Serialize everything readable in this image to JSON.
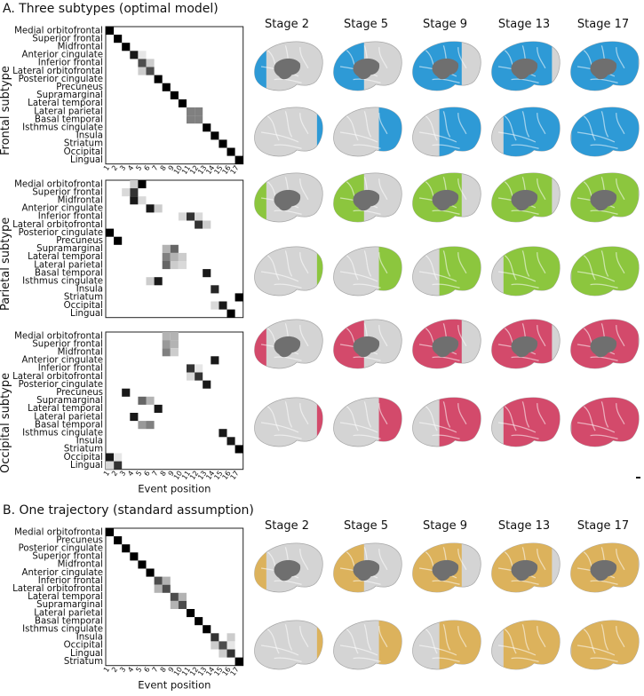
{
  "sections": [
    {
      "label": "A.",
      "title": "Three subtypes (optimal model)",
      "stages": [
        "Stage 2",
        "Stage 5",
        "Stage 9",
        "Stage 13",
        "Stage 17"
      ],
      "subtypes": [
        {
          "name": "Frontal subtype",
          "color": "#2e9ad6",
          "regions": [
            "Medial orbitofrontal",
            "Superior frontal",
            "Midfrontal",
            "Anterior cingulate",
            "Inferior frontal",
            "Lateral orbitofrontal",
            "Posterior cingulate",
            "Precuneus",
            "Supramarginal",
            "Lateral temporal",
            "Lateral parietal",
            "Basal temporal",
            "Isthmus cingulate",
            "Insula",
            "Striatum",
            "Occipital",
            "Lingual"
          ],
          "cells": [
            [
              0,
              0,
              1
            ],
            [
              1,
              1,
              1
            ],
            [
              2,
              2,
              1
            ],
            [
              3,
              3,
              0.9
            ],
            [
              3,
              4,
              0.1
            ],
            [
              4,
              4,
              0.7
            ],
            [
              4,
              5,
              0.2
            ],
            [
              5,
              4,
              0.2
            ],
            [
              5,
              5,
              0.7
            ],
            [
              6,
              6,
              1
            ],
            [
              7,
              7,
              1
            ],
            [
              8,
              8,
              1
            ],
            [
              9,
              9,
              1
            ],
            [
              10,
              10,
              0.5
            ],
            [
              10,
              11,
              0.5
            ],
            [
              11,
              10,
              0.5
            ],
            [
              11,
              11,
              0.5
            ],
            [
              12,
              12,
              1
            ],
            [
              13,
              13,
              1
            ],
            [
              14,
              14,
              1
            ],
            [
              15,
              15,
              1
            ],
            [
              16,
              16,
              1
            ]
          ],
          "show_xticks": true,
          "show_xlabel": false,
          "lateral_coverage": [
            0.2,
            0.45,
            0.7,
            0.85,
            0.95
          ],
          "medial_coverage": [
            0.12,
            0.35,
            0.6,
            0.8,
            0.95
          ]
        },
        {
          "name": "Parietal subtype",
          "color": "#8cc63e",
          "regions": [
            "Medial orbitofrontal",
            "Superior frontal",
            "Midfrontal",
            "Anterior cingulate",
            "Inferior frontal",
            "Lateral orbitofrontal",
            "Posterior cingulate",
            "Precuneus",
            "Supramarginal",
            "Lateral temporal",
            "Lateral parietal",
            "Basal temporal",
            "Isthmus cingulate",
            "Insula",
            "Striatum",
            "Occipital",
            "Lingual"
          ],
          "cells": [
            [
              0,
              3,
              0.2
            ],
            [
              0,
              4,
              1
            ],
            [
              1,
              3,
              0.8
            ],
            [
              1,
              2,
              0.15
            ],
            [
              2,
              3,
              0.9
            ],
            [
              2,
              4,
              0.15
            ],
            [
              3,
              5,
              0.9
            ],
            [
              3,
              6,
              0.2
            ],
            [
              4,
              9,
              0.15
            ],
            [
              4,
              10,
              0.8
            ],
            [
              4,
              11,
              0.15
            ],
            [
              5,
              11,
              0.8
            ],
            [
              5,
              12,
              0.2
            ],
            [
              6,
              0,
              1
            ],
            [
              7,
              1,
              1
            ],
            [
              8,
              7,
              0.3
            ],
            [
              8,
              8,
              0.6
            ],
            [
              9,
              7,
              0.5
            ],
            [
              9,
              8,
              0.3
            ],
            [
              9,
              9,
              0.2
            ],
            [
              10,
              7,
              0.6
            ],
            [
              10,
              8,
              0.2
            ],
            [
              10,
              9,
              0.15
            ],
            [
              11,
              12,
              0.9
            ],
            [
              12,
              5,
              0.2
            ],
            [
              12,
              6,
              0.9
            ],
            [
              13,
              13,
              0.85
            ],
            [
              14,
              16,
              1
            ],
            [
              15,
              14,
              0.9
            ],
            [
              15,
              13,
              0.15
            ],
            [
              16,
              15,
              1
            ]
          ],
          "show_xticks": false,
          "show_xlabel": false,
          "lateral_coverage": [
            0.2,
            0.45,
            0.7,
            0.85,
            0.95
          ],
          "medial_coverage": [
            0.12,
            0.35,
            0.6,
            0.8,
            0.95
          ]
        },
        {
          "name": "Occipital subtype",
          "color": "#d34a6b",
          "regions": [
            "Medial orbitofrontal",
            "Superior frontal",
            "Midfrontal",
            "Anterior cingulate",
            "Inferior frontal",
            "Lateral orbitofrontal",
            "Posterior cingulate",
            "Precuneus",
            "Supramarginal",
            "Lateral temporal",
            "Lateral parietal",
            "Basal temporal",
            "Isthmus cingulate",
            "Insula",
            "Striatum",
            "Occipital",
            "Lingual"
          ],
          "cells": [
            [
              0,
              7,
              0.3
            ],
            [
              0,
              8,
              0.3
            ],
            [
              1,
              7,
              0.4
            ],
            [
              1,
              8,
              0.3
            ],
            [
              2,
              7,
              0.5
            ],
            [
              2,
              8,
              0.2
            ],
            [
              3,
              13,
              0.9
            ],
            [
              4,
              10,
              0.8
            ],
            [
              4,
              11,
              0.1
            ],
            [
              5,
              11,
              0.8
            ],
            [
              5,
              10,
              0.15
            ],
            [
              6,
              12,
              0.9
            ],
            [
              7,
              2,
              0.9
            ],
            [
              8,
              4,
              0.6
            ],
            [
              8,
              5,
              0.3
            ],
            [
              9,
              6,
              0.9
            ],
            [
              10,
              3,
              0.9
            ],
            [
              11,
              4,
              0.4
            ],
            [
              11,
              5,
              0.5
            ],
            [
              12,
              14,
              0.9
            ],
            [
              13,
              15,
              0.9
            ],
            [
              14,
              16,
              1
            ],
            [
              15,
              0,
              0.9
            ],
            [
              15,
              1,
              0.1
            ],
            [
              16,
              1,
              0.8
            ],
            [
              16,
              0,
              0.15
            ]
          ],
          "show_xticks": true,
          "show_xlabel": true,
          "lateral_coverage": [
            0.2,
            0.45,
            0.7,
            0.85,
            0.95
          ],
          "medial_coverage": [
            0.12,
            0.35,
            0.6,
            0.8,
            0.95
          ]
        }
      ]
    },
    {
      "label": "B.",
      "title": "One trajectory (standard assumption)",
      "stages": [
        "Stage 2",
        "Stage 5",
        "Stage 9",
        "Stage 13",
        "Stage 17"
      ],
      "subtypes": [
        {
          "name": "",
          "color": "#dcb25c",
          "regions": [
            "Medial orbitofrontal",
            "Precuneus",
            "Posterior cingulate",
            "Superior frontal",
            "Midfrontal",
            "Anterior cingulate",
            "Inferior frontal",
            "Lateral orbitofrontal",
            "Lateral temporal",
            "Supramarginal",
            "Lateral parietal",
            "Basal temporal",
            "Isthmus cingulate",
            "Insula",
            "Occipital",
            "Lingual",
            "Striatum"
          ],
          "cells": [
            [
              0,
              0,
              1
            ],
            [
              1,
              1,
              1
            ],
            [
              2,
              2,
              1
            ],
            [
              3,
              3,
              1
            ],
            [
              4,
              4,
              1
            ],
            [
              5,
              5,
              1
            ],
            [
              6,
              6,
              0.7
            ],
            [
              6,
              7,
              0.3
            ],
            [
              7,
              6,
              0.3
            ],
            [
              7,
              7,
              0.7
            ],
            [
              8,
              8,
              0.7
            ],
            [
              8,
              9,
              0.3
            ],
            [
              9,
              8,
              0.3
            ],
            [
              9,
              9,
              0.7
            ],
            [
              10,
              10,
              1
            ],
            [
              11,
              11,
              1
            ],
            [
              12,
              12,
              1
            ],
            [
              13,
              13,
              0.8
            ],
            [
              13,
              15,
              0.2
            ],
            [
              14,
              13,
              0.2
            ],
            [
              14,
              14,
              0.7
            ],
            [
              14,
              15,
              0.1
            ],
            [
              15,
              14,
              0.2
            ],
            [
              15,
              15,
              0.8
            ],
            [
              16,
              16,
              1
            ]
          ],
          "show_xticks": true,
          "show_xlabel": true,
          "lateral_coverage": [
            0.2,
            0.45,
            0.7,
            0.85,
            0.95
          ],
          "medial_coverage": [
            0.12,
            0.35,
            0.6,
            0.8,
            0.95
          ]
        }
      ]
    }
  ],
  "x_ticks": [
    "1",
    "2",
    "3",
    "4",
    "5",
    "6",
    "7",
    "8",
    "9",
    "10",
    "11",
    "12",
    "13",
    "14",
    "15",
    "16",
    "17"
  ],
  "x_axis_label": "Event position",
  "colors": {
    "brain_gray": "#d4d4d4",
    "brain_outline": "#a8a8a8",
    "ventricle": "#6f6f6f"
  }
}
